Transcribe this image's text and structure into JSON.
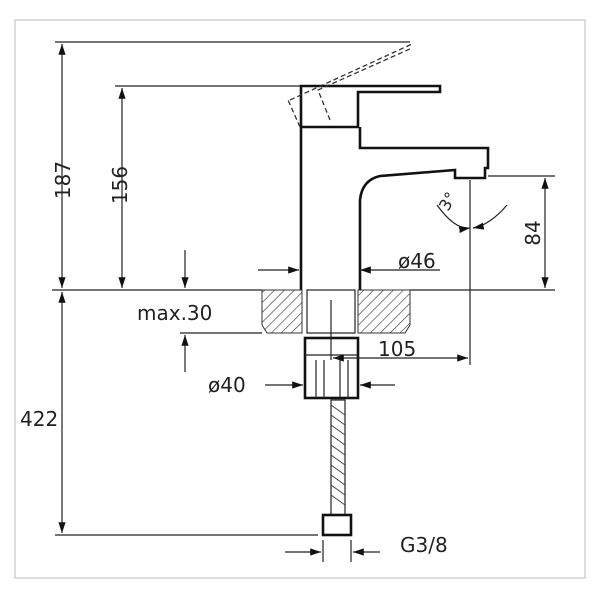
{
  "drawing": {
    "dimensions": {
      "total_height": "187",
      "lever_height": "156",
      "spout_height": "84",
      "below_deck": "422",
      "max_deck_thickness": "max.30",
      "body_diameter": "ø46",
      "nut_diameter": "ø40",
      "spout_reach": "105",
      "connection_thread": "G3/8",
      "spout_angle": "3°"
    },
    "colors": {
      "line": "#222222",
      "background": "#ffffff"
    }
  }
}
